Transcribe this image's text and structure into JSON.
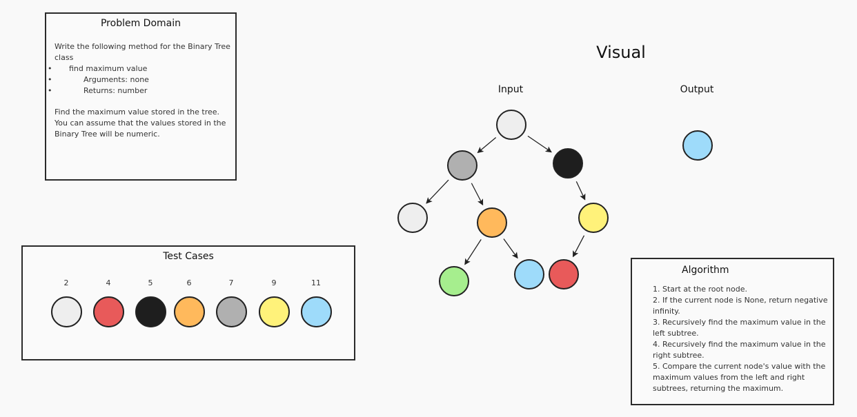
{
  "problem_domain": {
    "title": "Problem Domain",
    "intro": "Write the following method for the Binary Tree class",
    "method": "find maximum value",
    "arguments": "Arguments: none",
    "returns": "Returns: number",
    "description": "Find the maximum value stored in the tree. You can assume that the values stored in the Binary Tree will be numeric."
  },
  "test_cases": {
    "title": "Test Cases",
    "items": [
      {
        "label": "2",
        "color": "#eeeeee"
      },
      {
        "label": "4",
        "color": "#e85a5a"
      },
      {
        "label": "5",
        "color": "#1e1e1e"
      },
      {
        "label": "6",
        "color": "#ffb95c"
      },
      {
        "label": "7",
        "color": "#b0b0b0"
      },
      {
        "label": "9",
        "color": "#fff27a"
      },
      {
        "label": "11",
        "color": "#9edbfa"
      }
    ]
  },
  "visual": {
    "title": "Visual",
    "input_label": "Input",
    "output_label": "Output",
    "output_color": "#9edbfa"
  },
  "tree": {
    "nodes": [
      {
        "id": "root",
        "color": "#eeeeee"
      },
      {
        "id": "l",
        "color": "#b0b0b0"
      },
      {
        "id": "r",
        "color": "#1e1e1e"
      },
      {
        "id": "ll",
        "color": "#eeeeee"
      },
      {
        "id": "lr",
        "color": "#ffb95c"
      },
      {
        "id": "rr",
        "color": "#fff27a"
      },
      {
        "id": "lrl",
        "color": "#a6ee8e"
      },
      {
        "id": "lrr",
        "color": "#9edbfa"
      },
      {
        "id": "rrl",
        "color": "#e85a5a"
      }
    ],
    "edges": [
      [
        "root",
        "l"
      ],
      [
        "root",
        "r"
      ],
      [
        "l",
        "ll"
      ],
      [
        "l",
        "lr"
      ],
      [
        "r",
        "rr"
      ],
      [
        "lr",
        "lrl"
      ],
      [
        "lr",
        "lrr"
      ],
      [
        "rr",
        "rrl"
      ]
    ]
  },
  "algorithm": {
    "title": "Algorithm",
    "steps": [
      "1. Start at the root node.",
      "2. If the current node is None, return negative infinity.",
      "3. Recursively find the maximum value in the left subtree.",
      "4. Recursively find the maximum value in the right subtree.",
      "5. Compare the current node's value with the maximum values from the left and right subtrees, returning the maximum."
    ]
  }
}
